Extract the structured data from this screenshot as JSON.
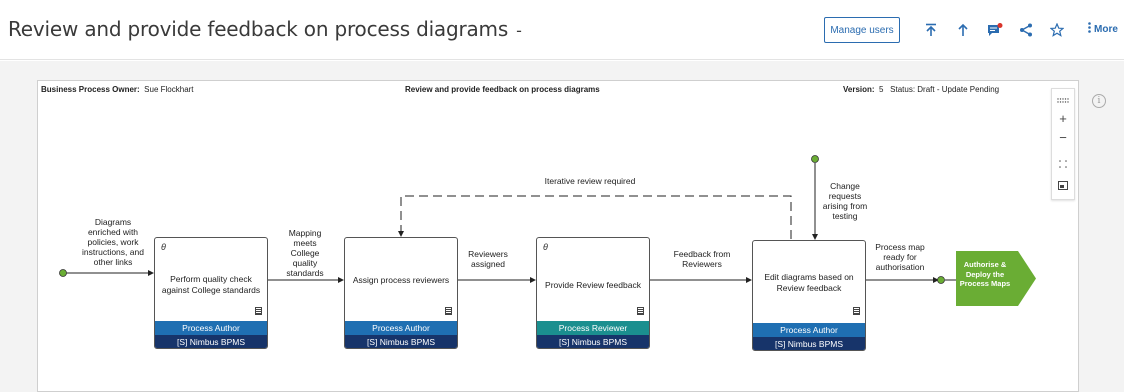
{
  "header": {
    "title": "Review and provide feedback on process diagrams",
    "title_suffix": "-",
    "manage_users": "Manage users",
    "more": "More",
    "icons": [
      "arrow-to-top-icon",
      "arrow-up-icon",
      "comment-icon",
      "share-icon",
      "star-icon",
      "kebab-icon"
    ],
    "accent": "#2b6cb0",
    "notification_dot": "#d9342b"
  },
  "diagram": {
    "owner_label": "Business Process Owner:",
    "owner": "Sue Flockhart",
    "title": "Review and provide feedback on process diagrams",
    "version_label": "Version:",
    "version": "5",
    "status": "Status: Draft - Update Pending",
    "iterative_label": "Iterative review required",
    "activities": [
      {
        "text": "Perform quality check against College standards",
        "role": "Process Author",
        "system": "[S] Nimbus BPMS",
        "has_theta": true
      },
      {
        "text": "Assign process reviewers",
        "role": "Process Author",
        "system": "[S] Nimbus BPMS",
        "has_theta": false
      },
      {
        "text": "Provide Review feedback",
        "role": "Process Reviewer",
        "system": "[S] Nimbus BPMS",
        "has_theta": true
      },
      {
        "text": "Edit diagrams based on Review feedback",
        "role": "Process Author",
        "system": "[S] Nimbus BPMS",
        "has_theta": false
      }
    ],
    "flows": {
      "f1": "Diagrams enriched with policies, work instructions, and other links",
      "f2": "Mapping meets College quality standards",
      "f3": "Reviewers assigned",
      "f4": "Feedback from Reviewers",
      "f5": "Change requests arising from testing",
      "f6": "Process map ready for authorisation"
    },
    "terminal": "Authorise & Deploy the Process Maps",
    "theta_symbol": "θ",
    "colors": {
      "role_author": "#1f6fb2",
      "role_reviewer": "#1b8f8f",
      "system": "#17346a",
      "start_dot": "#6aad34",
      "terminal": "#6aad34"
    }
  },
  "tools": {
    "zoom_in": "+",
    "zoom_out": "−",
    "info": "i"
  }
}
